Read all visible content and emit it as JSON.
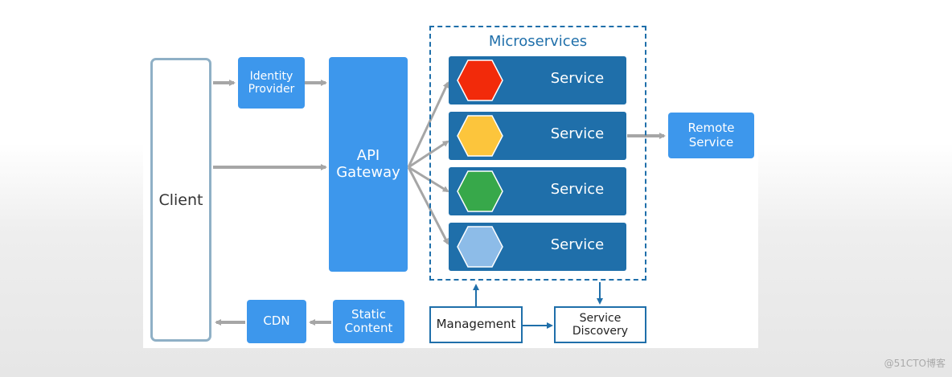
{
  "title": "Microservices",
  "nodes": {
    "client": "Client",
    "identity_provider": [
      "Identity",
      "Provider"
    ],
    "api_gateway": [
      "API",
      "Gateway"
    ],
    "cdn": "CDN",
    "static_content": [
      "Static",
      "Content"
    ],
    "remote_service": [
      "Remote",
      "Service"
    ],
    "management": "Management",
    "service_discovery": [
      "Service",
      "Discovery"
    ]
  },
  "services": [
    {
      "label": "Service",
      "color": "#f22a0a"
    },
    {
      "label": "Service",
      "color": "#fcc53c"
    },
    {
      "label": "Service",
      "color": "#37a84a"
    },
    {
      "label": "Service",
      "color": "#8dbce8"
    }
  ],
  "colors": {
    "light_blue": "#3d97ec",
    "dark_blue": "#1f6faa",
    "arrow_gray": "#a6a6a6",
    "client_border": "#8fb0c6"
  },
  "watermark": "@51CTO博客"
}
